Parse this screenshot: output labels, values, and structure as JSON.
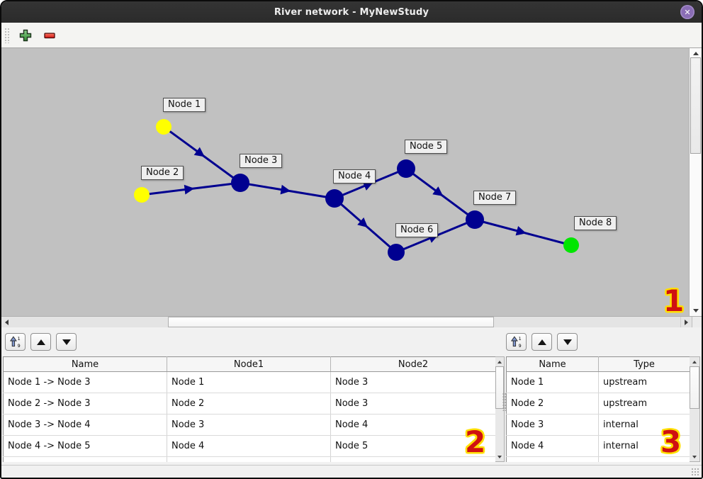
{
  "window": {
    "title": "River network - MyNewStudy",
    "close_icon": "✕"
  },
  "toolbar": {
    "add_icon": "plus",
    "remove_icon": "minus"
  },
  "colors": {
    "canvas_background": "#c1c1c1",
    "edge": "#000090",
    "node_upstream": "#ffff00",
    "node_internal": "#000090",
    "node_downstream": "#00e600",
    "annotation_fill": "#cf1111",
    "annotation_outline": "#ffdf00",
    "titlebar": "#2b2b2b",
    "close_button": "#8a6db5"
  },
  "network": {
    "nodes": [
      {
        "label": "Node 1",
        "color": "#ffff00"
      },
      {
        "label": "Node 2",
        "color": "#ffff00"
      },
      {
        "label": "Node 3",
        "color": "#000090"
      },
      {
        "label": "Node 4",
        "color": "#000090"
      },
      {
        "label": "Node 5",
        "color": "#000090"
      },
      {
        "label": "Node 6",
        "color": "#000090"
      },
      {
        "label": "Node 7",
        "color": "#000090"
      },
      {
        "label": "Node 8",
        "color": "#00e600"
      }
    ],
    "edges": [
      {
        "from": "Node 1",
        "to": "Node 3"
      },
      {
        "from": "Node 2",
        "to": "Node 3"
      },
      {
        "from": "Node 3",
        "to": "Node 4"
      },
      {
        "from": "Node 4",
        "to": "Node 5"
      },
      {
        "from": "Node 4",
        "to": "Node 6"
      },
      {
        "from": "Node 5",
        "to": "Node 7"
      },
      {
        "from": "Node 6",
        "to": "Node 7"
      },
      {
        "from": "Node 7",
        "to": "Node 8"
      }
    ]
  },
  "links_table": {
    "headers": [
      "Name",
      "Node1",
      "Node2"
    ],
    "rows": [
      {
        "name": "Node 1 -> Node 3",
        "node1": "Node 1",
        "node2": "Node 3"
      },
      {
        "name": "Node 2 -> Node 3",
        "node1": "Node 2",
        "node2": "Node 3"
      },
      {
        "name": "Node 3 -> Node 4",
        "node1": "Node 3",
        "node2": "Node 4"
      },
      {
        "name": "Node 4 -> Node 5",
        "node1": "Node 4",
        "node2": "Node 5"
      }
    ]
  },
  "nodes_table": {
    "headers": [
      "Name",
      "Type"
    ],
    "rows": [
      {
        "name": "Node 1",
        "type": "upstream"
      },
      {
        "name": "Node 2",
        "type": "upstream"
      },
      {
        "name": "Node 3",
        "type": "internal"
      },
      {
        "name": "Node 4",
        "type": "internal"
      }
    ]
  },
  "annotations": {
    "canvas": "1",
    "links_table": "2",
    "nodes_table": "3"
  }
}
